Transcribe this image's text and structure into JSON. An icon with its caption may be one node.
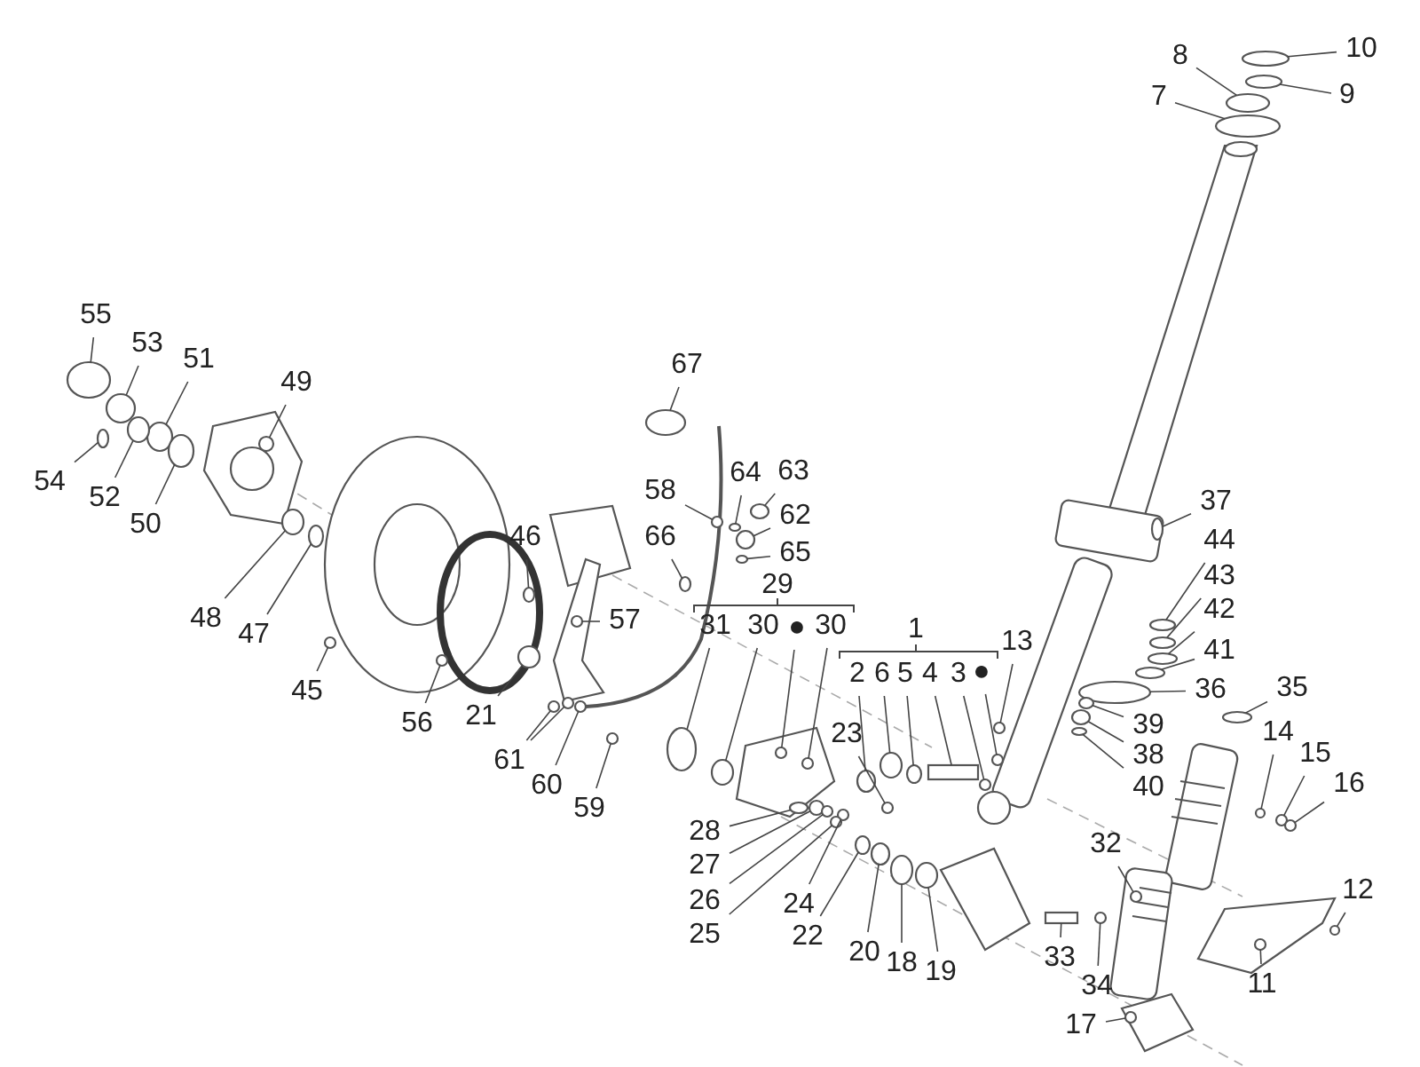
{
  "diagram": {
    "nodes": [
      {
        "text": [
          "10"
        ]
      },
      {
        "text": [
          "9"
        ]
      },
      {
        "text": [
          "8"
        ]
      },
      {
        "text": [
          "7"
        ]
      },
      {
        "text": [
          "55"
        ]
      },
      {
        "text": [
          "53"
        ]
      },
      {
        "text": [
          "51"
        ]
      },
      {
        "text": [
          "49"
        ]
      },
      {
        "text": [
          "67"
        ]
      },
      {
        "text": [
          "54"
        ]
      },
      {
        "text": [
          "52"
        ]
      },
      {
        "text": [
          "50"
        ]
      },
      {
        "text": [
          "64"
        ]
      },
      {
        "text": [
          "63"
        ]
      },
      {
        "text": [
          "58"
        ]
      },
      {
        "text": [
          "37"
        ]
      },
      {
        "text": [
          "62"
        ]
      },
      {
        "text": [
          "46"
        ]
      },
      {
        "text": [
          "66"
        ]
      },
      {
        "text": [
          "44"
        ]
      },
      {
        "text": [
          "65"
        ]
      },
      {
        "text": [
          "43"
        ]
      },
      {
        "text": [
          "29"
        ]
      },
      {
        "text": [
          "42"
        ]
      },
      {
        "text": [
          "48"
        ]
      },
      {
        "text": [
          "57"
        ]
      },
      {
        "text": [
          "31"
        ]
      },
      {
        "text": [
          "30"
        ]
      },
      {
        "text": [
          "●"
        ]
      },
      {
        "text": [
          "30"
        ]
      },
      {
        "text": [
          "1"
        ]
      },
      {
        "text": [
          "47"
        ]
      },
      {
        "text": [
          "13"
        ]
      },
      {
        "text": [
          "41"
        ]
      },
      {
        "text": [
          "2"
        ]
      },
      {
        "text": [
          "6"
        ]
      },
      {
        "text": [
          "5"
        ]
      },
      {
        "text": [
          "4"
        ]
      },
      {
        "text": [
          "3"
        ]
      },
      {
        "text": [
          "●"
        ]
      },
      {
        "text": [
          "35"
        ]
      },
      {
        "text": [
          "36"
        ]
      },
      {
        "text": [
          "45"
        ]
      },
      {
        "text": [
          "21"
        ]
      },
      {
        "text": [
          "56"
        ]
      },
      {
        "text": [
          "39"
        ]
      },
      {
        "text": [
          "23"
        ]
      },
      {
        "text": [
          "14"
        ]
      },
      {
        "text": [
          "15"
        ]
      },
      {
        "text": [
          "38"
        ]
      },
      {
        "text": [
          "61"
        ]
      },
      {
        "text": [
          "16"
        ]
      },
      {
        "text": [
          "60"
        ]
      },
      {
        "text": [
          "40"
        ]
      },
      {
        "text": [
          "59"
        ]
      },
      {
        "text": [
          "28"
        ]
      },
      {
        "text": [
          "32"
        ]
      },
      {
        "text": [
          "27"
        ]
      },
      {
        "text": [
          "12"
        ]
      },
      {
        "text": [
          "26"
        ]
      },
      {
        "text": [
          "24"
        ]
      },
      {
        "text": [
          "25"
        ]
      },
      {
        "text": [
          "22"
        ]
      },
      {
        "text": [
          "20"
        ]
      },
      {
        "text": [
          "33"
        ]
      },
      {
        "text": [
          "18"
        ]
      },
      {
        "text": [
          "19"
        ]
      },
      {
        "text": [
          "11"
        ]
      },
      {
        "text": [
          "34"
        ]
      },
      {
        "text": [
          "17"
        ]
      },
      {
        "text": [],
        "shape": "circle"
      },
      {
        "text": [],
        "shape": "circle"
      },
      {
        "text": [],
        "shape": "circle"
      },
      {
        "text": [],
        "shape": "circle"
      },
      {
        "text": [],
        "shape": "circle"
      },
      {
        "text": [],
        "shape": "circle"
      },
      {
        "text": [],
        "shape": "circle"
      },
      {
        "text": [],
        "shape": "circle"
      },
      {
        "text": [],
        "shape": "circle"
      },
      {
        "text": [],
        "shape": "circle"
      },
      {
        "text": [],
        "shape": "circle"
      },
      {
        "text": [],
        "shape": "circle"
      },
      {
        "text": [],
        "shape": "circle"
      },
      {
        "text": [],
        "shape": "circle"
      },
      {
        "text": [],
        "shape": "circle"
      },
      {
        "text": [],
        "shape": "circle"
      },
      {
        "text": [],
        "shape": "circle"
      },
      {
        "text": [],
        "shape": "circle"
      },
      {
        "text": [],
        "shape": "circle"
      },
      {
        "text": [],
        "shape": "circle"
      },
      {
        "text": [],
        "shape": "circle"
      },
      {
        "text": [],
        "shape": "circle"
      },
      {
        "text": [],
        "shape": "circle"
      },
      {
        "text": [],
        "shape": "circle"
      },
      {
        "text": [],
        "shape": "circle"
      },
      {
        "text": [],
        "shape": "circle"
      },
      {
        "text": [],
        "shape": "circle"
      },
      {
        "text": [],
        "shape": "circle"
      },
      {
        "text": [],
        "shape": "circle"
      },
      {
        "text": [],
        "shape": "circle"
      },
      {
        "text": [],
        "shape": "circle"
      },
      {
        "text": [],
        "shape": "circle"
      },
      {
        "text": [],
        "shape": "circle"
      },
      {
        "text": [],
        "shape": "circle"
      },
      {
        "text": [],
        "shape": "circle"
      },
      {
        "text": [],
        "shape": "box"
      },
      {
        "text": [],
        "shape": "circle"
      },
      {
        "text": [],
        "shape": "circle"
      },
      {
        "text": [],
        "shape": "circle"
      },
      {
        "text": [],
        "shape": "circle"
      },
      {
        "text": [],
        "shape": "circle"
      },
      {
        "text": [],
        "shape": "circle"
      },
      {
        "text": [],
        "shape": "circle"
      },
      {
        "text": [],
        "shape": "circle"
      },
      {
        "text": [],
        "shape": "circle"
      },
      {
        "text": [],
        "shape": "circle"
      },
      {
        "text": [],
        "shape": "circle"
      },
      {
        "text": [],
        "shape": "circle"
      },
      {
        "text": [],
        "shape": "circle"
      },
      {
        "text": [],
        "shape": "circle"
      },
      {
        "text": [],
        "shape": "circle"
      },
      {
        "text": [],
        "shape": "circle"
      },
      {
        "text": [],
        "shape": "circle"
      },
      {
        "text": [],
        "shape": "circle"
      },
      {
        "text": [],
        "shape": "circle"
      },
      {
        "text": [],
        "shape": "circle"
      },
      {
        "text": [],
        "shape": "circle"
      },
      {
        "text": [],
        "shape": "circle"
      },
      {
        "text": [],
        "shape": "circle"
      },
      {
        "text": [],
        "shape": "circle"
      },
      {
        "text": [],
        "shape": "circle"
      },
      {
        "text": [],
        "shape": "circle"
      },
      {
        "text": [],
        "shape": "circle"
      },
      {
        "text": [],
        "shape": "box"
      },
      {
        "text": [],
        "shape": "circle"
      },
      {
        "text": [],
        "shape": "circle"
      },
      {
        "text": [],
        "shape": "circle"
      },
      {
        "text": [],
        "shape": "circle"
      },
      {
        "text": [],
        "shape": "circle"
      }
    ],
    "edges": [
      {
        "from": 0,
        "to": 70,
        "arrow": "none"
      },
      {
        "from": 1,
        "to": 71,
        "arrow": "none"
      },
      {
        "from": 2,
        "to": 72,
        "arrow": "none"
      },
      {
        "from": 3,
        "to": 73,
        "arrow": "none"
      },
      {
        "from": 4,
        "to": 74,
        "arrow": "none"
      },
      {
        "from": 5,
        "to": 75,
        "arrow": "none"
      },
      {
        "from": 6,
        "to": 76,
        "arrow": "none"
      },
      {
        "from": 7,
        "to": 77,
        "arrow": "none"
      },
      {
        "from": 8,
        "to": 78,
        "arrow": "none"
      },
      {
        "from": 9,
        "to": 79,
        "arrow": "none"
      },
      {
        "from": 10,
        "to": 80,
        "arrow": "none"
      },
      {
        "from": 11,
        "to": 81,
        "arrow": "none"
      },
      {
        "from": 12,
        "to": 82,
        "arrow": "none"
      },
      {
        "from": 13,
        "to": 83,
        "arrow": "none"
      },
      {
        "from": 14,
        "to": 84,
        "arrow": "none"
      },
      {
        "from": 15,
        "to": 85,
        "arrow": "none"
      },
      {
        "from": 16,
        "to": 86,
        "arrow": "none"
      },
      {
        "from": 17,
        "to": 87,
        "arrow": "none"
      },
      {
        "from": 18,
        "to": 88,
        "arrow": "none"
      },
      {
        "from": 19,
        "to": 89,
        "arrow": "none"
      },
      {
        "from": 20,
        "to": 90,
        "arrow": "none"
      },
      {
        "from": 21,
        "to": 91,
        "arrow": "none"
      },
      {
        "from": 23,
        "to": 92,
        "arrow": "none"
      },
      {
        "from": 24,
        "to": 93,
        "arrow": "none"
      },
      {
        "from": 25,
        "to": 94,
        "arrow": "none"
      },
      {
        "from": 26,
        "to": 95,
        "arrow": "none"
      },
      {
        "from": 27,
        "to": 96,
        "arrow": "none"
      },
      {
        "from": 28,
        "to": 97,
        "arrow": "none"
      },
      {
        "from": 29,
        "to": 98,
        "arrow": "none"
      },
      {
        "from": 31,
        "to": 99,
        "arrow": "none"
      },
      {
        "from": 32,
        "to": 100,
        "arrow": "none"
      },
      {
        "from": 33,
        "to": 101,
        "arrow": "none"
      },
      {
        "from": 34,
        "to": 102,
        "arrow": "none"
      },
      {
        "from": 35,
        "to": 103,
        "arrow": "none"
      },
      {
        "from": 36,
        "to": 104,
        "arrow": "none"
      },
      {
        "from": 37,
        "to": 105,
        "arrow": "none"
      },
      {
        "from": 38,
        "to": 106,
        "arrow": "none"
      },
      {
        "from": 39,
        "to": 107,
        "arrow": "none"
      },
      {
        "from": 40,
        "to": 108,
        "arrow": "none"
      },
      {
        "from": 41,
        "to": 109,
        "arrow": "none"
      },
      {
        "from": 42,
        "to": 110,
        "arrow": "none"
      },
      {
        "from": 43,
        "to": 111,
        "arrow": "none"
      },
      {
        "from": 44,
        "to": 112,
        "arrow": "none"
      },
      {
        "from": 45,
        "to": 113,
        "arrow": "none"
      },
      {
        "from": 46,
        "to": 114,
        "arrow": "none"
      },
      {
        "from": 47,
        "to": 115,
        "arrow": "none"
      },
      {
        "from": 48,
        "to": 116,
        "arrow": "none"
      },
      {
        "from": 49,
        "to": 117,
        "arrow": "none"
      },
      {
        "from": 50,
        "to": 118,
        "arrow": "none"
      },
      {
        "from": 50,
        "to": 119,
        "arrow": "none"
      },
      {
        "from": 51,
        "to": 120,
        "arrow": "none"
      },
      {
        "from": 52,
        "to": 121,
        "arrow": "none"
      },
      {
        "from": 53,
        "to": 122,
        "arrow": "none"
      },
      {
        "from": 54,
        "to": 123,
        "arrow": "none"
      },
      {
        "from": 55,
        "to": 124,
        "arrow": "none"
      },
      {
        "from": 56,
        "to": 125,
        "arrow": "none"
      },
      {
        "from": 57,
        "to": 126,
        "arrow": "none"
      },
      {
        "from": 58,
        "to": 127,
        "arrow": "none"
      },
      {
        "from": 59,
        "to": 128,
        "arrow": "none"
      },
      {
        "from": 60,
        "to": 129,
        "arrow": "none"
      },
      {
        "from": 61,
        "to": 130,
        "arrow": "none"
      },
      {
        "from": 62,
        "to": 131,
        "arrow": "none"
      },
      {
        "from": 63,
        "to": 132,
        "arrow": "none"
      },
      {
        "from": 64,
        "to": 133,
        "arrow": "none"
      },
      {
        "from": 65,
        "to": 134,
        "arrow": "none"
      },
      {
        "from": 66,
        "to": 135,
        "arrow": "none"
      },
      {
        "from": 67,
        "to": 136,
        "arrow": "none"
      },
      {
        "from": 68,
        "to": 137,
        "arrow": "none"
      },
      {
        "from": 69,
        "to": 138,
        "arrow": "none"
      }
    ]
  }
}
